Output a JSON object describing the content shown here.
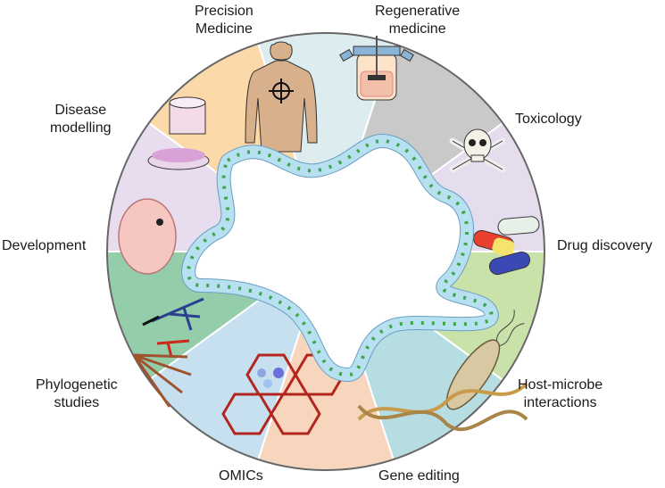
{
  "segments": [
    {
      "key": "precision_medicine",
      "lines": [
        "Precision",
        "Medicine"
      ],
      "color": "#dcecef"
    },
    {
      "key": "regenerative_medicine",
      "lines": [
        "Regenerative",
        "medicine"
      ],
      "color": "#c9c9c9"
    },
    {
      "key": "toxicology",
      "lines": [
        "Toxicology"
      ],
      "color": "#e5dded"
    },
    {
      "key": "drug_discovery",
      "lines": [
        "Drug discovery"
      ],
      "color": "#c8e2a9"
    },
    {
      "key": "host_microbe",
      "lines": [
        "Host-microbe",
        "interactions"
      ],
      "color": "#b5dde2"
    },
    {
      "key": "gene_editing",
      "lines": [
        "Gene editing"
      ],
      "color": "#f8d6bd"
    },
    {
      "key": "omics",
      "lines": [
        "OMICs"
      ],
      "color": "#c6e0ef"
    },
    {
      "key": "phylogenetic",
      "lines": [
        "Phylogenetic",
        "studies"
      ],
      "color": "#93cdaa"
    },
    {
      "key": "development",
      "lines": [
        "Development"
      ],
      "color": "#e7ddef"
    },
    {
      "key": "disease_modelling",
      "lines": [
        "Disease",
        "modelling"
      ],
      "color": "#fcd9a9"
    }
  ],
  "colors": {
    "organoid_cell": "#b7e0f0",
    "organoid_nucleus": "#3fa64a",
    "rim": "#ffffff",
    "outline": "#555555"
  }
}
